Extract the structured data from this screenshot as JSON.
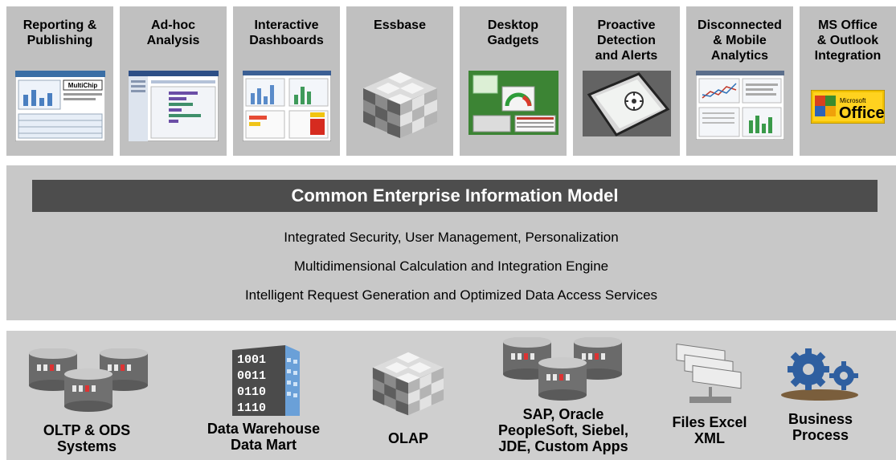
{
  "capabilities": [
    {
      "label": "Reporting &\nPublishing",
      "thumb": "report-screenshot",
      "thumb_text": "MultiChip"
    },
    {
      "label": "Ad-hoc\nAnalysis",
      "thumb": "analysis-screenshot"
    },
    {
      "label": "Interactive\nDashboards",
      "thumb": "dashboard-screenshot"
    },
    {
      "label": "Essbase",
      "thumb": "cube-icon"
    },
    {
      "label": "Desktop\nGadgets",
      "thumb": "gadget-screenshot"
    },
    {
      "label": "Proactive\nDetection\nand Alerts",
      "thumb": "pda-photo"
    },
    {
      "label": "Disconnected\n& Mobile\nAnalytics",
      "thumb": "mobile-screenshot"
    },
    {
      "label": "MS Office\n& Outlook\nIntegration",
      "thumb": "office-logo",
      "logo_small": "Microsoft",
      "logo_big": "Office"
    }
  ],
  "model": {
    "title": "Common Enterprise Information Model",
    "services": [
      "Integrated Security, User Management, Personalization",
      "Multidimensional Calculation and Integration Engine",
      "Intelligent Request Generation and Optimized Data Access Services"
    ]
  },
  "sources": [
    {
      "label": "OLTP & ODS\nSystems",
      "icon": "database-cluster-icon"
    },
    {
      "label": "Data Warehouse\nData Mart",
      "icon": "building-icon",
      "digits": [
        "1001",
        "0011",
        "0110",
        "1110"
      ]
    },
    {
      "label": "OLAP",
      "icon": "cube-icon"
    },
    {
      "label": "SAP, Oracle\nPeopleSoft, Siebel,\nJDE, Custom Apps",
      "icon": "database-cluster-icon"
    },
    {
      "label": "Files Excel\nXML",
      "icon": "files-icon"
    },
    {
      "label": "Business\nProcess",
      "icon": "gears-icon"
    }
  ],
  "colors": {
    "tile_bg": "#c0c0c0",
    "model_bar": "#4d4d4d",
    "middle_bg": "#c8c8c8",
    "bottom_bg": "#cfcfcf",
    "gear_blue": "#2f5fa0"
  }
}
